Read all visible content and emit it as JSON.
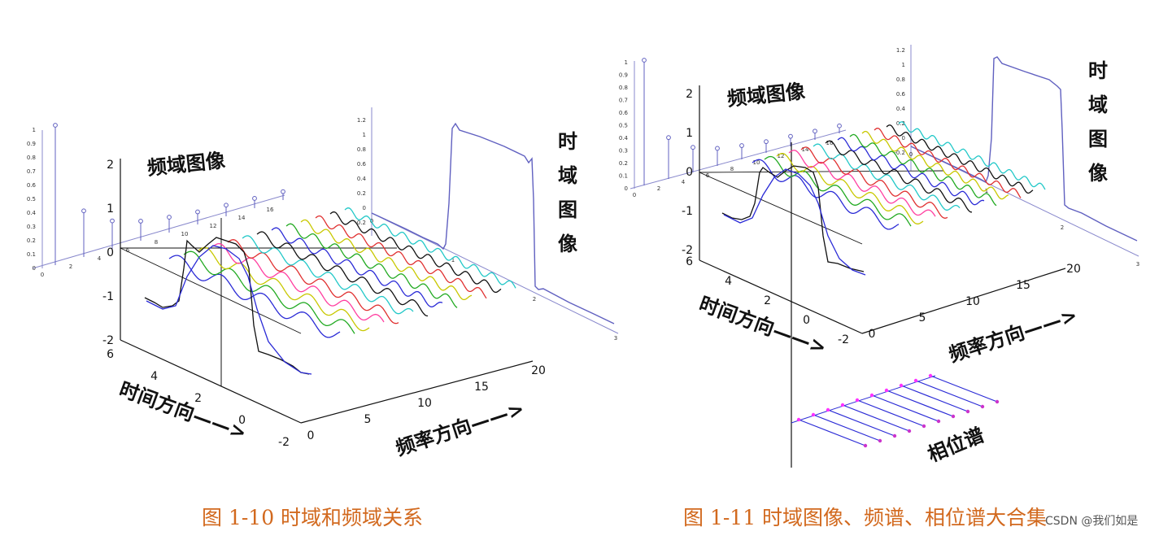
{
  "figure_left": {
    "caption": "图 1-10   时域和频域关系",
    "label_freq_image": "频域图像",
    "label_time_image": "时域图像",
    "label_time_dir": "时间方向——>",
    "label_freq_dir": "频率方向——>",
    "z_ticks": [
      "2",
      "1",
      "0",
      "-1",
      "-2"
    ],
    "time_ticks": [
      "6",
      "4",
      "2",
      "0",
      "-2"
    ],
    "freq_ticks": [
      "0",
      "5",
      "10",
      "15",
      "20"
    ],
    "mini_spectrum": {
      "y_ticks": [
        "1",
        "0.9",
        "0.8",
        "0.7",
        "0.6",
        "0.5",
        "0.4",
        "0.3",
        "0.2",
        "0.1",
        "0"
      ],
      "x_ticks": [
        "0",
        "2",
        "4",
        "6",
        "8",
        "10",
        "12",
        "14",
        "16"
      ],
      "stem_heights": [
        1.0,
        0.33,
        0.2,
        0.14,
        0.11,
        0.09,
        0.08,
        0.07,
        0.06
      ]
    },
    "mini_time": {
      "y_ticks": [
        "1.2",
        "1",
        "0.8",
        "0.6",
        "0.4",
        "0.2",
        "0",
        "-0.2"
      ],
      "x_ticks": [
        "0",
        "1",
        "2",
        "3"
      ]
    }
  },
  "figure_right": {
    "caption": "图 1-11     时域图像、频谱、相位谱大合集",
    "label_freq_image": "频域图像",
    "label_time_image": "时域图像",
    "label_time_dir": "时间方向——>",
    "label_freq_dir": "频率方向——>",
    "label_phase": "相位谱",
    "z_ticks": [
      "2",
      "1",
      "0",
      "-1",
      "-2"
    ],
    "time_ticks": [
      "6",
      "4",
      "2",
      "0",
      "-2"
    ],
    "freq_ticks": [
      "0",
      "5",
      "10",
      "15",
      "20"
    ],
    "mini_spectrum": {
      "y_ticks": [
        "1",
        "0.9",
        "0.8",
        "0.7",
        "0.6",
        "0.5",
        "0.4",
        "0.3",
        "0.2",
        "0.1",
        "0"
      ],
      "x_ticks": [
        "0",
        "2",
        "4",
        "6",
        "8",
        "10",
        "12",
        "14",
        "16"
      ],
      "stem_heights": [
        1.0,
        0.33,
        0.2,
        0.14,
        0.11,
        0.09,
        0.08,
        0.07,
        0.06
      ]
    },
    "mini_time": {
      "y_ticks": [
        "1.2",
        "1",
        "0.8",
        "0.6",
        "0.4",
        "0.2",
        "0",
        "-0.2"
      ],
      "x_ticks": [
        "0",
        "1",
        "2",
        "3"
      ]
    }
  },
  "wave_colors": [
    "#2b2bd6",
    "#22aa22",
    "#c8c800",
    "#ff3fa0",
    "#e03030",
    "#22c8c8",
    "#111111",
    "#2b2bd6",
    "#22aa22",
    "#c8c800",
    "#e03030",
    "#111111",
    "#22c8c8"
  ],
  "watermark": "CSDN @我们如是"
}
